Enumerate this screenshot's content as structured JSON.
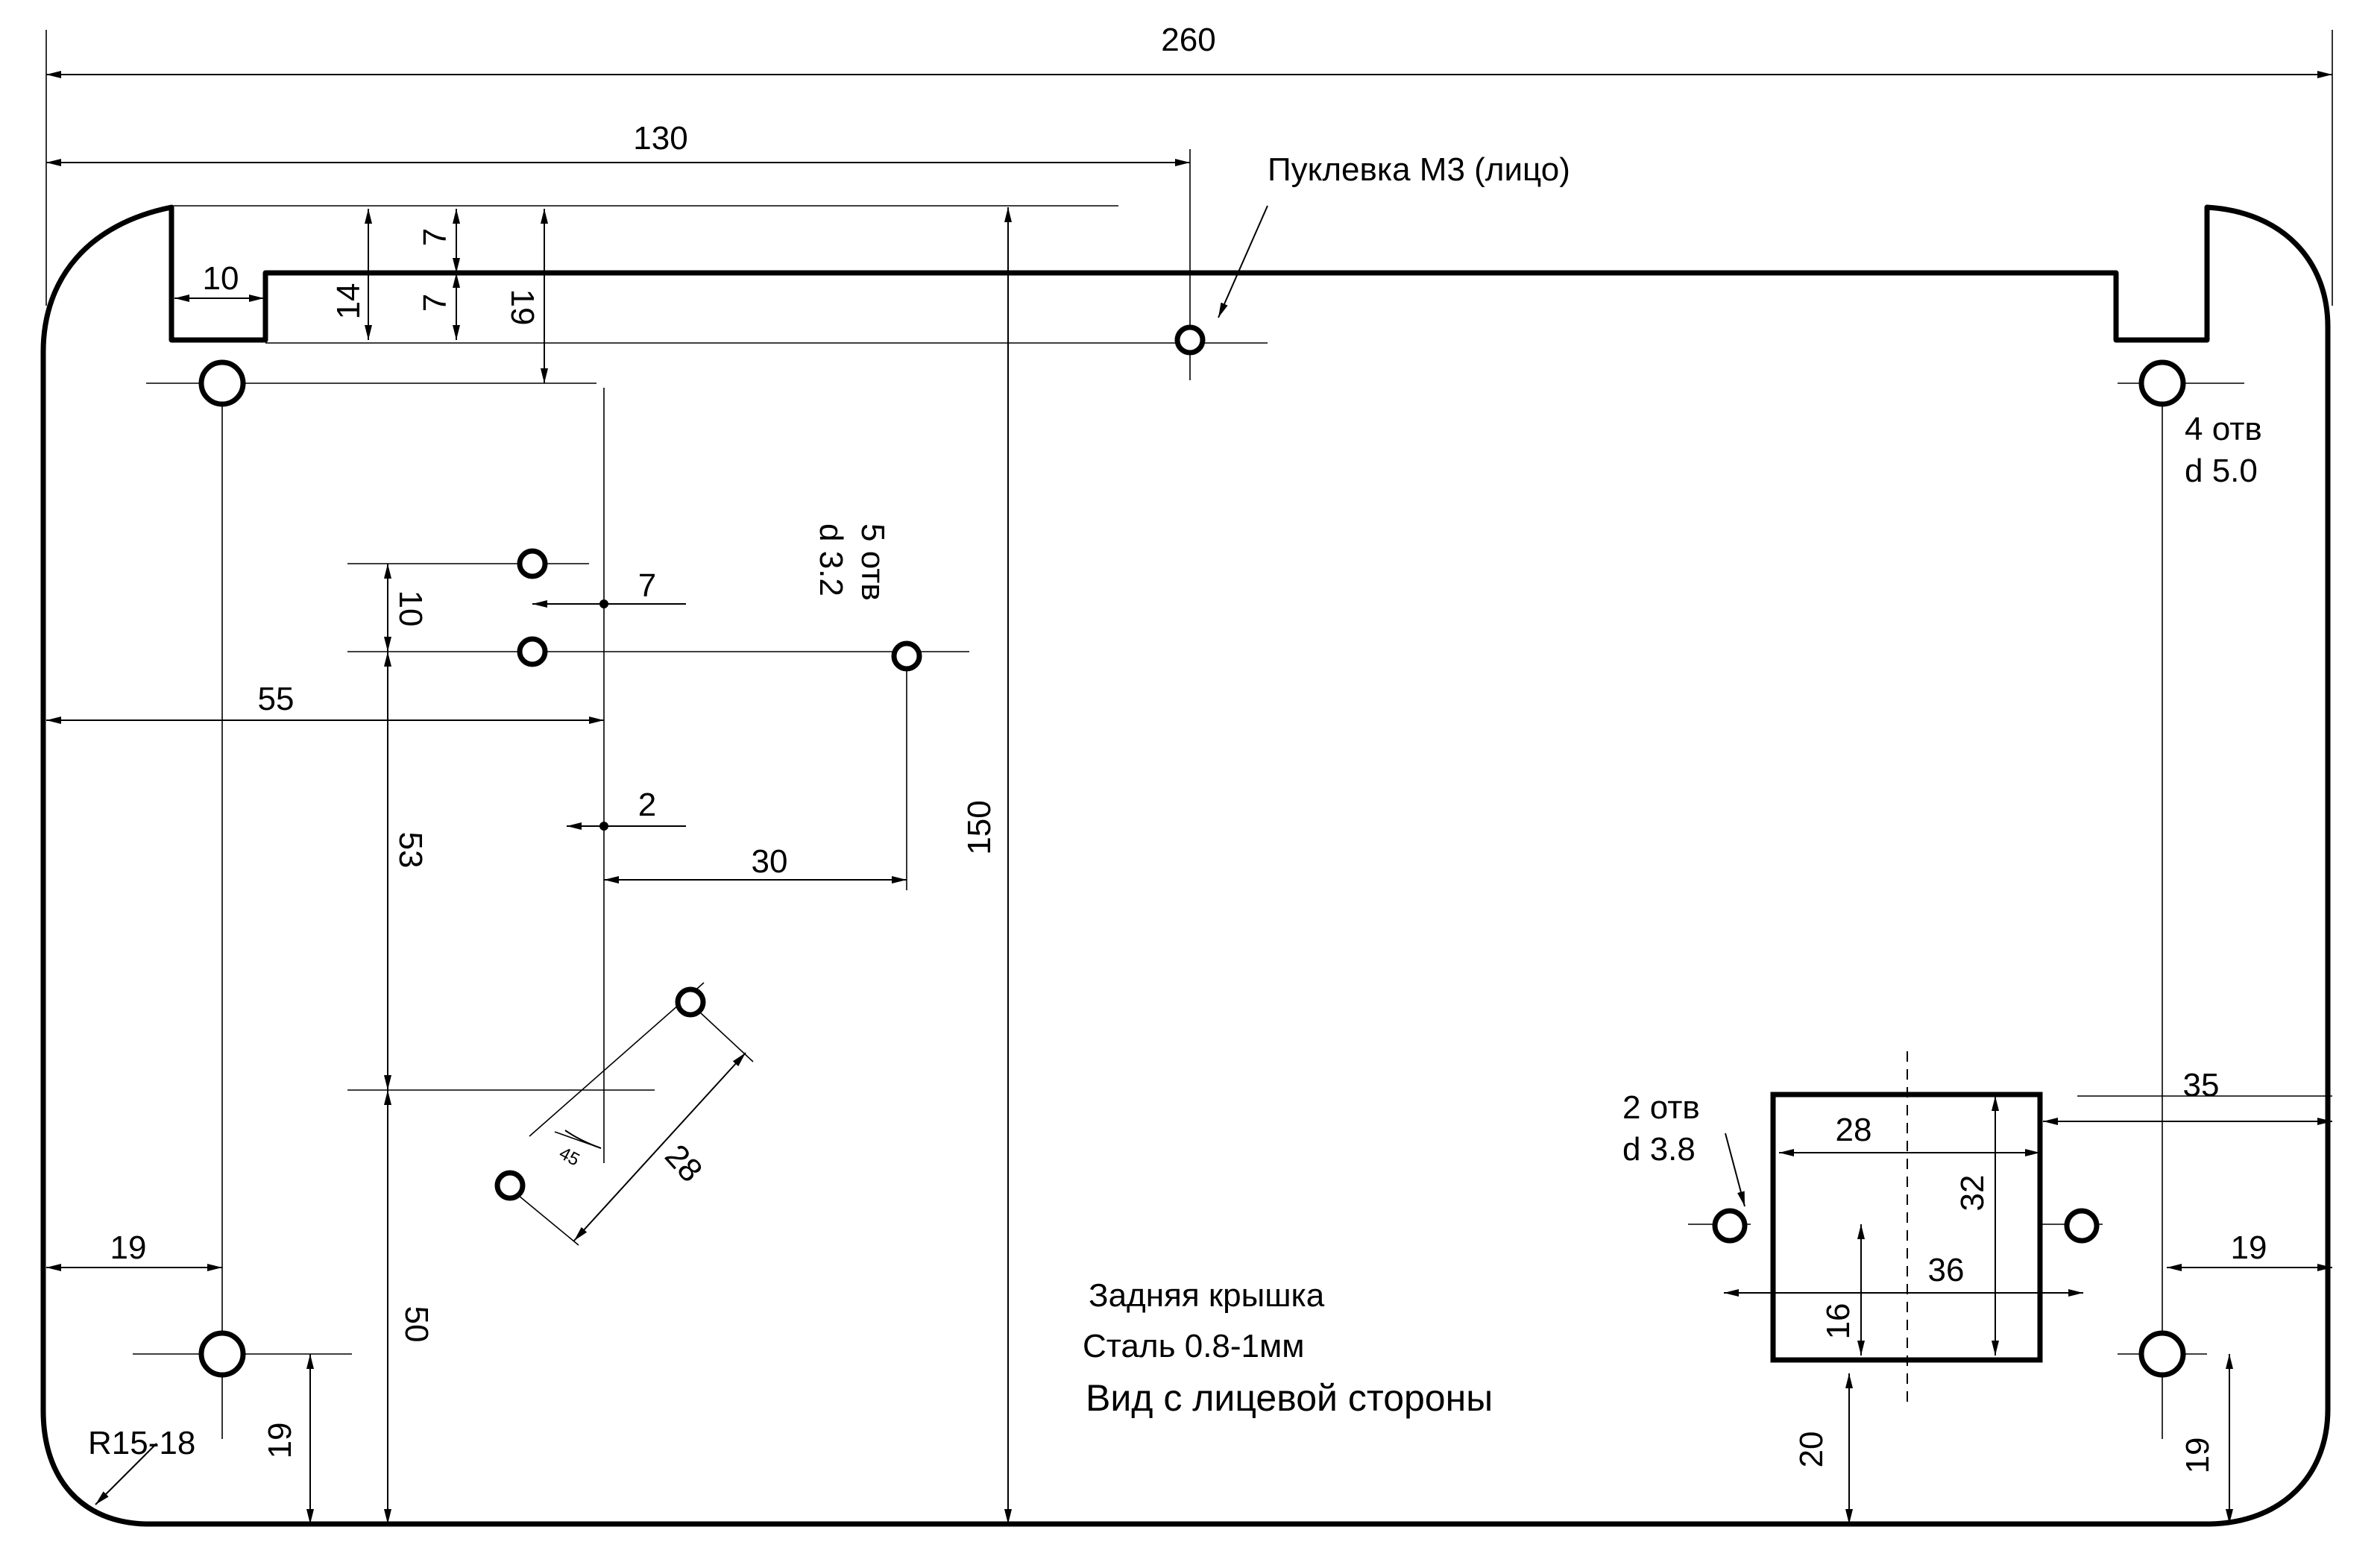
{
  "drawing": {
    "title_line1": "Задняя крышка",
    "title_line2": "Сталь 0.8-1мм",
    "title_line3": "Вид с лицевой стороны"
  },
  "dims": {
    "overall_width": "260",
    "half_width": "130",
    "overall_height": "150",
    "notch_width": "10",
    "notch_depth": "14",
    "top_step_a": "7",
    "top_step_b": "7",
    "top_hole_offset": "19",
    "left_offset_55": "55",
    "hole_pair_spacing": "10",
    "hole_offset_7": "7",
    "hole_offset_2": "2",
    "hole_spacing_30": "30",
    "vertical_53": "53",
    "vertical_50": "50",
    "diag_distance": "28",
    "diag_angle": "45",
    "left_edge_19": "19",
    "bottom_left_19": "19",
    "right_edge_35": "35",
    "right_edge_19": "19",
    "bottom_right_19": "19",
    "window_width": "28",
    "window_height": "32",
    "window_holes_span": "36",
    "window_hole_height": "16",
    "window_bottom": "20"
  },
  "notes": {
    "pem_note": "Пуклевка М3 (лицо)",
    "holes_4_line1": "4 отв",
    "holes_4_line2": "d 5.0",
    "holes_5_line1": "5 отв",
    "holes_5_line2": "d 3.2",
    "holes_2_line1": "2 отв",
    "holes_2_line2": "d 3.8",
    "radius_note": "R15-18"
  }
}
